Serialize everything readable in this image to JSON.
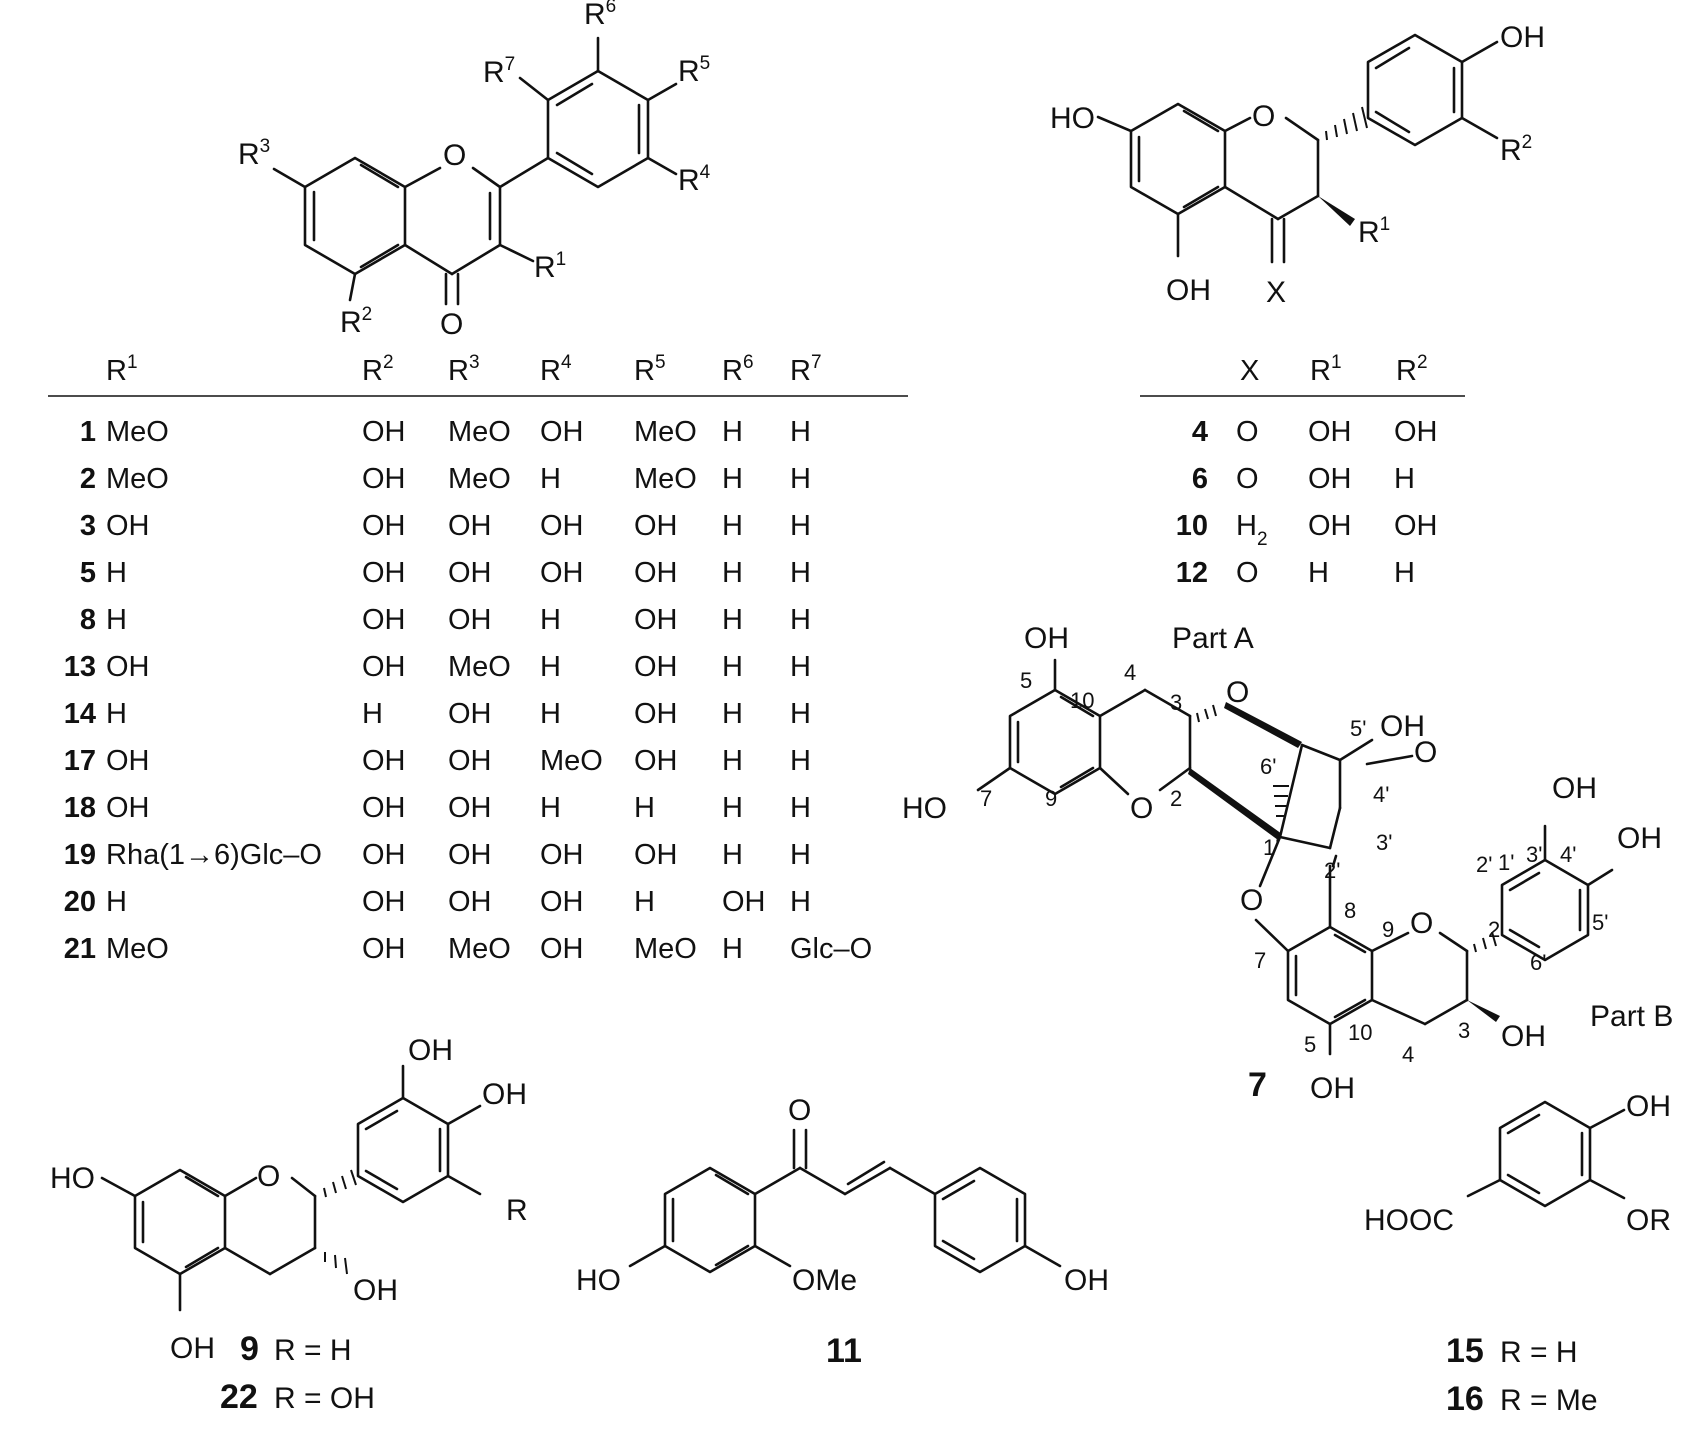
{
  "flavone": {
    "headers": [
      "R1",
      "R2",
      "R3",
      "R4",
      "R5",
      "R6",
      "R7"
    ],
    "rows": [
      {
        "id": "1",
        "v": [
          "MeO",
          "OH",
          "MeO",
          "OH",
          "MeO",
          "H",
          "H"
        ]
      },
      {
        "id": "2",
        "v": [
          "MeO",
          "OH",
          "MeO",
          "H",
          "MeO",
          "H",
          "H"
        ]
      },
      {
        "id": "3",
        "v": [
          "OH",
          "OH",
          "OH",
          "OH",
          "OH",
          "H",
          "H"
        ]
      },
      {
        "id": "5",
        "v": [
          "H",
          "OH",
          "OH",
          "OH",
          "OH",
          "H",
          "H"
        ]
      },
      {
        "id": "8",
        "v": [
          "H",
          "OH",
          "OH",
          "H",
          "OH",
          "H",
          "H"
        ]
      },
      {
        "id": "13",
        "v": [
          "OH",
          "OH",
          "MeO",
          "H",
          "OH",
          "H",
          "H"
        ]
      },
      {
        "id": "14",
        "v": [
          "H",
          "H",
          "OH",
          "H",
          "OH",
          "H",
          "H"
        ]
      },
      {
        "id": "17",
        "v": [
          "OH",
          "OH",
          "OH",
          "MeO",
          "OH",
          "H",
          "H"
        ]
      },
      {
        "id": "18",
        "v": [
          "OH",
          "OH",
          "OH",
          "H",
          "H",
          "H",
          "H"
        ]
      },
      {
        "id": "19",
        "v": [
          "Rha(1→6)Glc–O",
          "OH",
          "OH",
          "OH",
          "OH",
          "H",
          "H"
        ]
      },
      {
        "id": "20",
        "v": [
          "H",
          "OH",
          "OH",
          "OH",
          "H",
          "OH",
          "H"
        ]
      },
      {
        "id": "21",
        "v": [
          "MeO",
          "OH",
          "MeO",
          "OH",
          "MeO",
          "H",
          "Glc–O"
        ]
      }
    ]
  },
  "flavanone": {
    "headers": [
      "X",
      "R1",
      "R2"
    ],
    "rows": [
      {
        "id": "4",
        "v": [
          "O",
          "OH",
          "OH"
        ]
      },
      {
        "id": "6",
        "v": [
          "O",
          "OH",
          "H"
        ]
      },
      {
        "id": "10",
        "v": [
          "H2",
          "OH",
          "OH"
        ]
      },
      {
        "id": "12",
        "v": [
          "O",
          "H",
          "H"
        ]
      }
    ]
  },
  "labels": {
    "part_a": "Part A",
    "part_b": "Part B",
    "c7": "7",
    "c9": "9",
    "c22": "22",
    "c11": "11",
    "c15": "15",
    "c16": "16",
    "r_eq_h": "R = H",
    "r_eq_oh": "R = OH",
    "r_eq_me": "R = Me"
  },
  "colors": {
    "ink": "#111111",
    "background": "#ffffff"
  }
}
